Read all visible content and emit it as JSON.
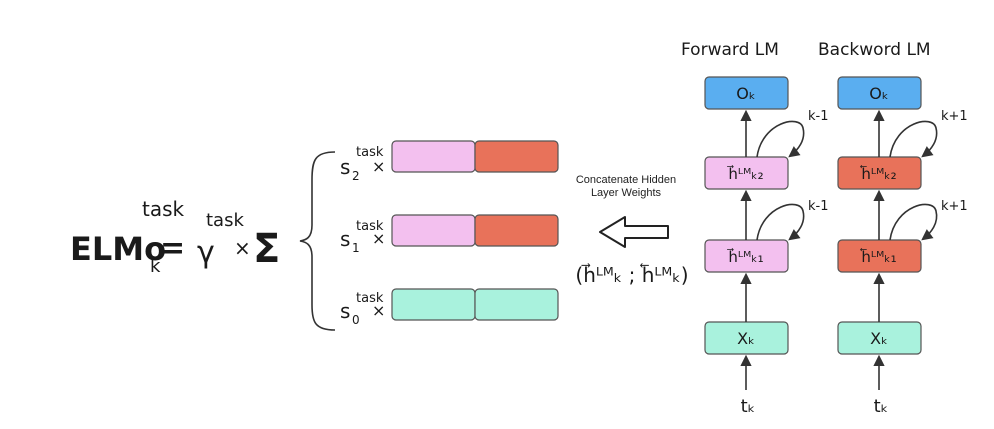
{
  "colors": {
    "blue": "#5aaef0",
    "pink": "#f3c0ef",
    "orange": "#e8725a",
    "teal": "#a9f2dd"
  },
  "headers": {
    "forward": "Forward LM",
    "backward": "Backword LM"
  },
  "formula": {
    "elmo": "ELMo",
    "elmo_sub": "k",
    "elmo_sup": "task",
    "equals": "=",
    "gamma": "γ",
    "gamma_sup": "task",
    "times": "×",
    "sigma": "Σ"
  },
  "weights": [
    {
      "base": "s",
      "sub": "2",
      "sup": "task",
      "times": "×"
    },
    {
      "base": "s",
      "sub": "1",
      "sup": "task",
      "times": "×"
    },
    {
      "base": "s",
      "sub": "0",
      "sup": "task",
      "times": "×"
    }
  ],
  "concat": {
    "caption_line1": "Concatenate Hidden",
    "caption_line2": "Layer Weights",
    "expression": "(h⃗ᴸᴹₖ ; h⃖ᴸᴹₖ)"
  },
  "forward_stack": {
    "output": "Oₖ",
    "hidden2": "h⃗ᴸᴹₖ₂",
    "hidden1": "h⃗ᴸᴹₖ₁",
    "input": "Xₖ",
    "token": "tₖ",
    "loop_label_top": "k-1",
    "loop_label_mid": "k-1"
  },
  "backward_stack": {
    "output": "Oₖ",
    "hidden2": "h⃖ᴸᴹₖ₂",
    "hidden1": "h⃖ᴸᴹₖ₁",
    "input": "Xₖ",
    "token": "tₖ",
    "loop_label_top": "k+1",
    "loop_label_mid": "k+1"
  }
}
